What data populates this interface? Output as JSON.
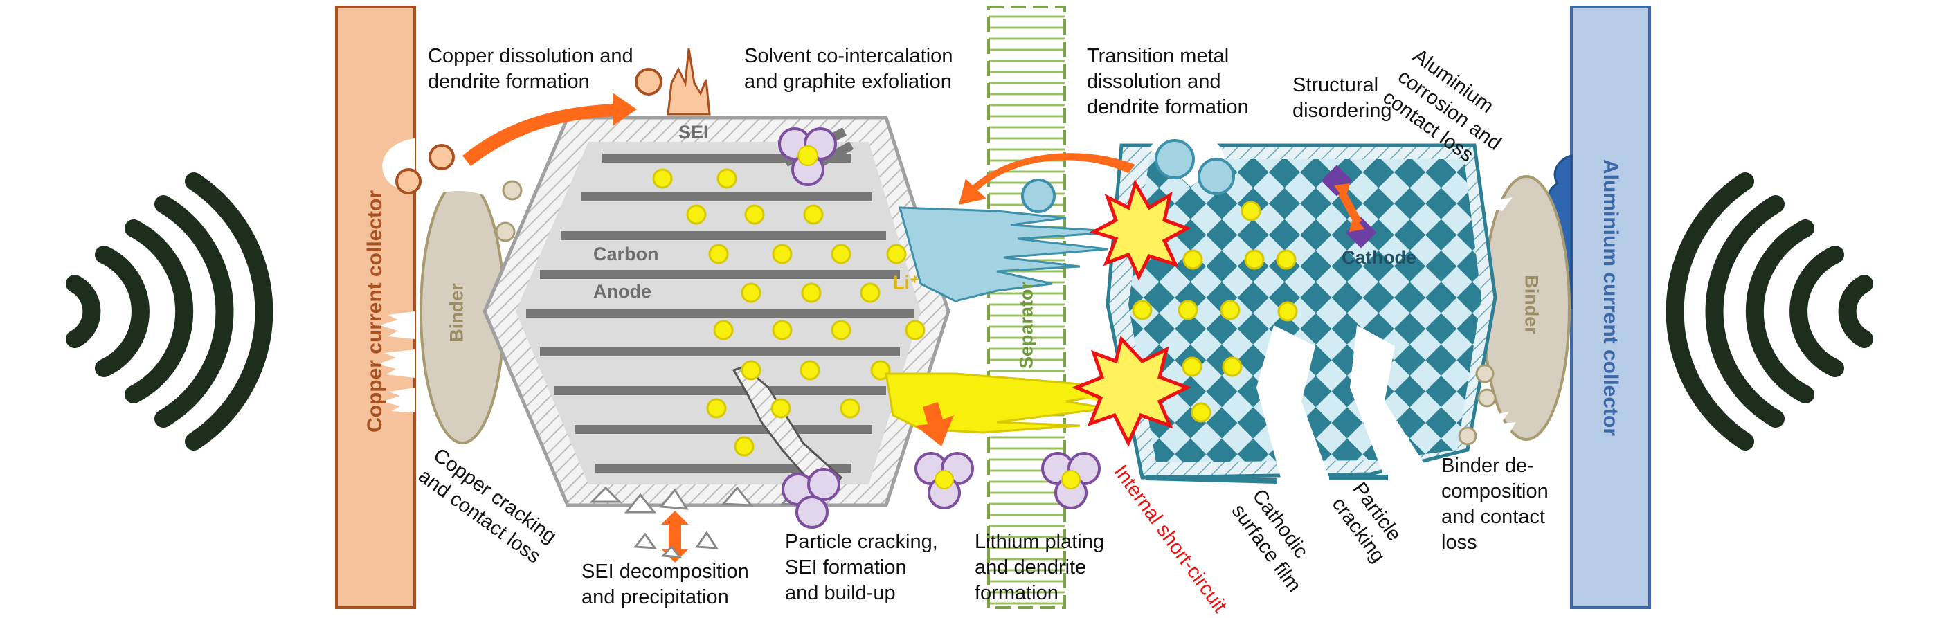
{
  "colors": {
    "copper_collector": "#f6c29c",
    "copper_border": "#a8501f",
    "aluminium_collector": "#b6cbe6",
    "aluminium_border": "#3c68a8",
    "lithium": "#f7ef0c",
    "dendrite_orange": "#ff6a1a",
    "cathode_teal": "#2d7f94",
    "cathode_light": "#c8e4ee",
    "separator_green": "#7ba34a",
    "internal_short_red": "#ee1111",
    "sei_purple": "#7d4f9e"
  },
  "icons": [
    "wireless-waves-icon-left",
    "wireless-waves-icon-right",
    "explosion-spark-icon"
  ],
  "labels": {
    "copper_collector": "Copper current collector",
    "aluminium_collector": "Aluminium current collector",
    "binder_left": "Binder",
    "binder_right": "Binder",
    "separator": "Separator",
    "sei": "SEI",
    "carbon": "Carbon",
    "anode": "Anode",
    "li_ion": "Li⁺",
    "cathode": "Cathode",
    "copper_dissolution": "Copper dissolution and\ndendrite formation",
    "solvent_cointercalation": "Solvent co-intercalation\nand graphite exfoliation",
    "transition_metal": "Transition metal\ndissolution and\ndendrite formation",
    "structural_disordering": "Structural\ndisordering",
    "aluminium_corrosion": "Aluminium\ncorrosion and\ncontact loss",
    "copper_cracking": "Copper cracking\nand contact loss",
    "sei_decomposition": "SEI decomposition\nand precipitation",
    "particle_cracking_sei": "Particle cracking,\nSEI formation\nand build-up",
    "lithium_plating": "Lithium plating\nand dendrite\nformation",
    "internal_short": "Internal short-circuit",
    "cathodic_surface_film": "Cathodic\nsurface film",
    "particle_cracking": "Particle\ncracking",
    "binder_decomposition": "Binder de-\ncomposition\nand contact\nloss"
  }
}
